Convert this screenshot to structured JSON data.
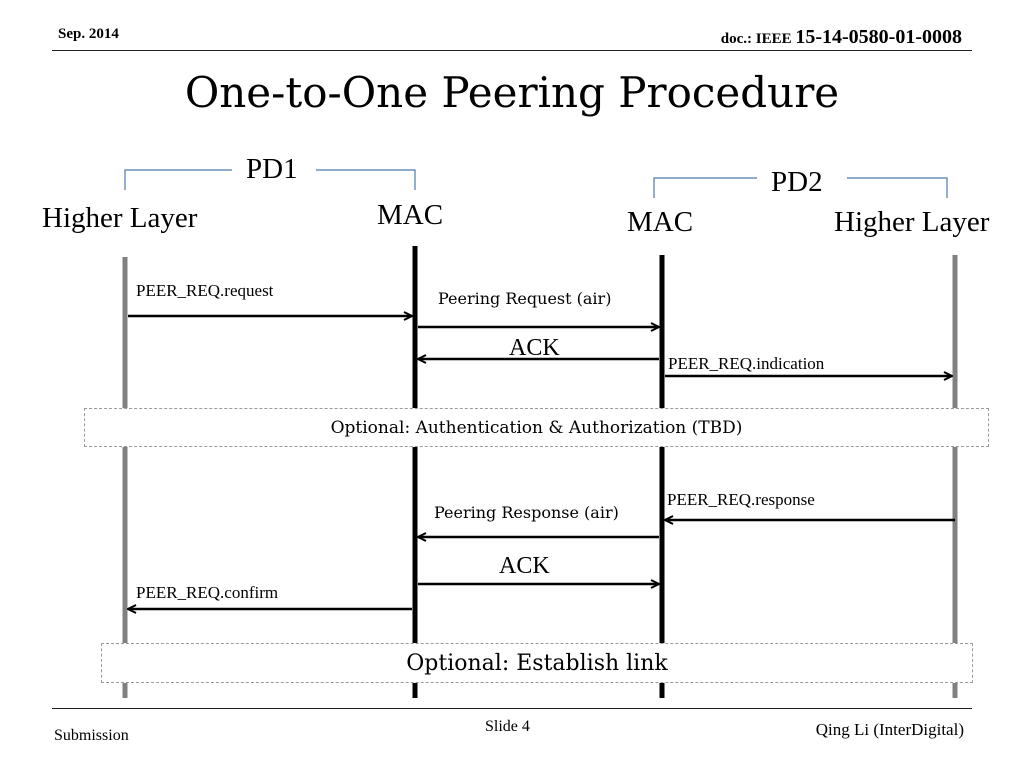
{
  "header": {
    "date": "Sep. 2014",
    "doc_prefix": "doc.: IEEE ",
    "doc_number": "15-14-0580-01-0008"
  },
  "title": "One-to-One Peering Procedure",
  "groups": {
    "pd1": "PD1",
    "pd2": "PD2"
  },
  "entities": {
    "higher_layer_1": "Higher Layer",
    "mac_1": "MAC",
    "mac_2": "MAC",
    "higher_layer_2": "Higher Layer"
  },
  "messages": {
    "peer_req_request": "PEER_REQ.request",
    "peering_request_air": "Peering Request (air)",
    "ack_1": "ACK",
    "peer_req_indication": "PEER_REQ.indication",
    "optional_auth": "Optional: Authentication & Authorization (TBD)",
    "peer_req_response": "PEER_REQ.response",
    "peering_response_air": "Peering Response (air)",
    "ack_2": "ACK",
    "peer_req_confirm": "PEER_REQ.confirm",
    "optional_link": "Optional: Establish link"
  },
  "footer": {
    "submission": "Submission",
    "slide": "Slide 4",
    "author": "Qing Li (InterDigital)"
  },
  "colors": {
    "bracket": "#4a7ab0",
    "higher_lifeline": "#808080",
    "mac_lifeline": "#000000",
    "dashed_border": "#9a9a9a"
  }
}
